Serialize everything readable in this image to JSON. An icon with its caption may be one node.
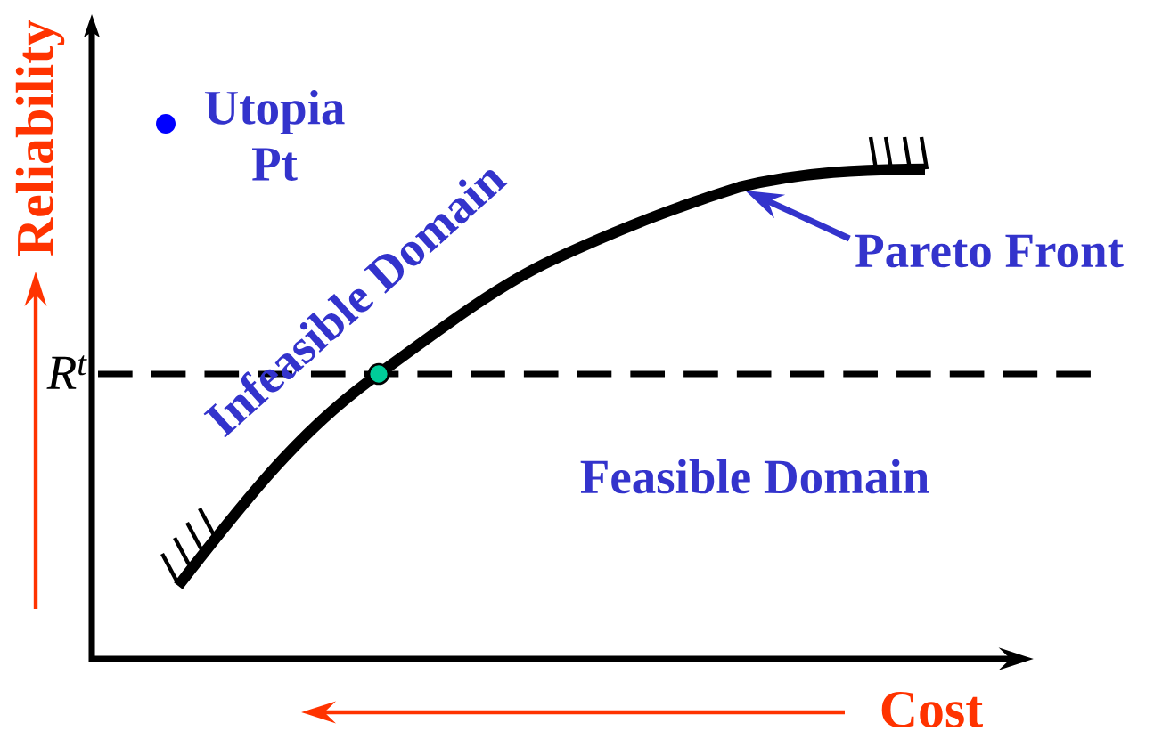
{
  "diagram": {
    "nodes": [
      {
        "text": [
          "Pareto Front"
        ]
      },
      {
        "text": [],
        "shape": "curve"
      }
    ],
    "edges": [
      {
        "from": 0,
        "to": 1,
        "arrow": "to"
      }
    ],
    "labels": [
      "Reliability",
      "Utopia Pt",
      "Infeasible Domain",
      "R$^{t}$",
      "Feasible Domain",
      "Cost"
    ]
  }
}
